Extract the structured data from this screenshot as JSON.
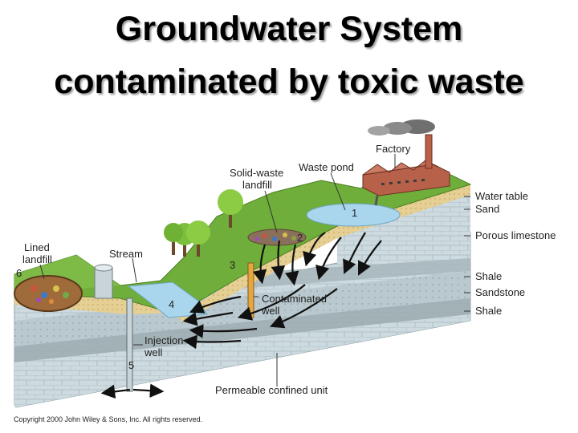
{
  "title": {
    "line1": "Groundwater System",
    "line2": "contaminated by toxic waste"
  },
  "labels": {
    "factory": "Factory",
    "waste_pond": "Waste pond",
    "solid_waste_line1": "Solid-waste",
    "solid_waste_line2": "landfill",
    "lined_landfill_line1": "Lined",
    "lined_landfill_line2": "landfill",
    "stream": "Stream",
    "contaminated_well_line1": "Contaminated",
    "contaminated_well_line2": "well",
    "injection_well_line1": "Injection",
    "injection_well_line2": "well",
    "permeable_confined_unit": "Permeable confined unit",
    "water_table": "Water table",
    "sand": "Sand",
    "porous_limestone": "Porous limestone",
    "shale_upper": "Shale",
    "sandstone": "Sandstone",
    "shale_lower": "Shale"
  },
  "numbers": {
    "n1": "1",
    "n2": "2",
    "n3": "3",
    "n4": "4",
    "n5": "5",
    "n6": "6"
  },
  "copyright": "Copyright 2000 John Wiley & Sons, Inc. All rights reserved.",
  "colors": {
    "grass": "#6fae3a",
    "limestone": "#c9d8dc",
    "sand": "#e9cf8a",
    "water": "#a9d6ec",
    "shale": "#a9b7bd",
    "factory": "#b8614a"
  }
}
